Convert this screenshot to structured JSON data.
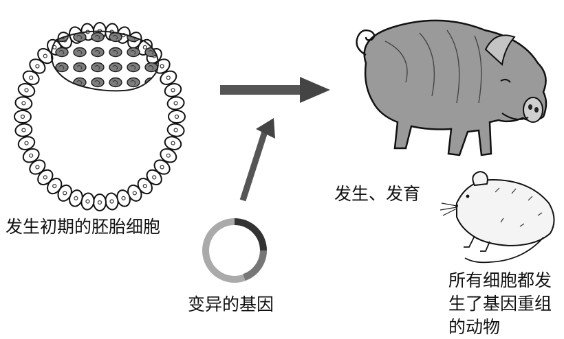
{
  "diagram": {
    "labels": {
      "embryo": "发生初期的胚胎细胞",
      "mutant_gene": "变异的基因",
      "development": "发生、发育",
      "recombinant_animal": [
        "所有细胞都发",
        "生了基因重组",
        "的动物"
      ]
    },
    "icons": {
      "embryo": "blastocyst-illustration",
      "gene": "gene-ring-icon",
      "pig": "pig-illustration",
      "mouse": "mouse-illustration",
      "arrows": [
        "horizontal-arrow-icon",
        "diagonal-arrow-icon"
      ]
    },
    "colors": {
      "ink": "#111111",
      "arrow": "#555555",
      "embryo_inner_cells": "#8c8c8c",
      "pig_body": "#9a9a9a",
      "ring_dark": "#333333",
      "ring_mid": "#777777",
      "ring_light": "#aaaaaa"
    }
  }
}
